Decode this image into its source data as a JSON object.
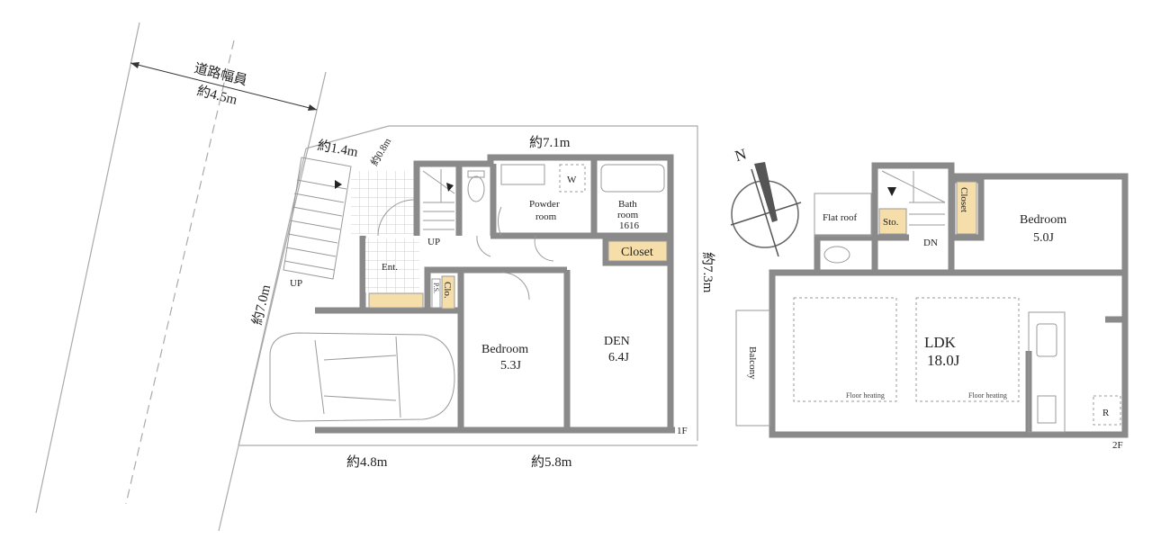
{
  "road": {
    "label": "道路幅員",
    "width": "約4.5m"
  },
  "dimensions": {
    "d1_4": "約1.4m",
    "d0_8": "約0.8m",
    "d7_1": "約7.1m",
    "d7_0": "約7.0m",
    "d7_3": "約7.3m",
    "d4_8": "約4.8m",
    "d5_8": "約5.8m"
  },
  "floor1": {
    "level": "1F",
    "up_outside": "UP",
    "up_inside": "UP",
    "entrance": "Ent.",
    "ps": "P.S.",
    "clo": "Clo.",
    "powder": [
      "Powder",
      "room"
    ],
    "washer": "W",
    "bath": [
      "Bath",
      "room",
      "1616"
    ],
    "closet": "Closet",
    "bedroom": {
      "name": "Bedroom",
      "size": "5.3J"
    },
    "den": {
      "name": "DEN",
      "size": "6.4J"
    }
  },
  "floor2": {
    "level": "2F",
    "flat_roof": "Flat roof",
    "sto": "Sto.",
    "dn": "DN",
    "closet": "Closet",
    "bedroom": {
      "name": "Bedroom",
      "size": "5.0J"
    },
    "ldk": {
      "name": "LDK",
      "size": "18.0J"
    },
    "floor_heating": [
      "Floor heating",
      "Floor heating"
    ],
    "balcony": "Balcony",
    "fridge": "R"
  },
  "compass": {
    "north": "N"
  },
  "colors": {
    "wall": "#8a8a8a",
    "storage": "#f5dea9"
  }
}
